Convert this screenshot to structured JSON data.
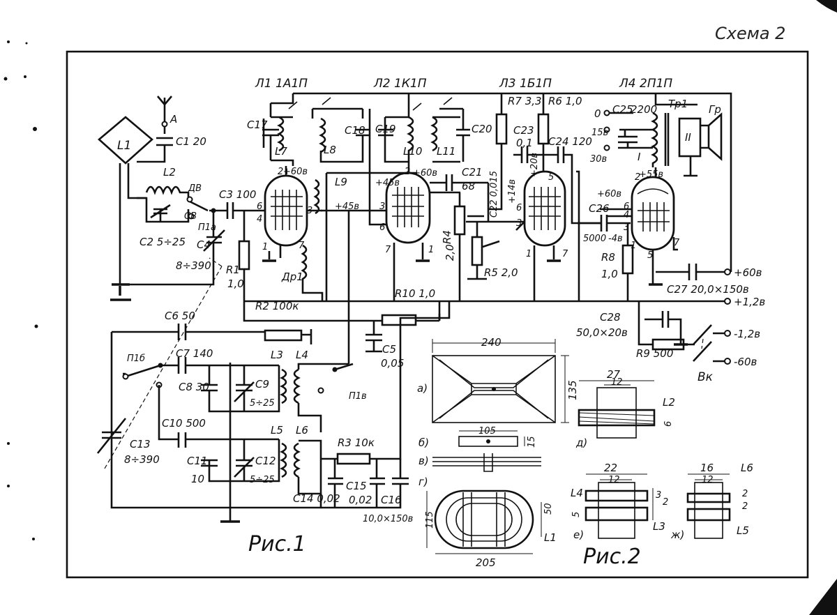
{
  "scheme_title": "Схема 2",
  "fig1_caption": "Рис.1",
  "fig2_caption": "Рис.2",
  "tubes": [
    {
      "label": "Л1 1А1П"
    },
    {
      "label": "Л2 1К1П"
    },
    {
      "label": "Л3 1Б1П"
    },
    {
      "label": "Л4 2П1П"
    }
  ],
  "components": {
    "L1": "L1",
    "L2": "L2",
    "A": "А",
    "C1": "C1 20",
    "DV": "ДВ",
    "SV": "СВ",
    "P1a": "П1а",
    "C2": "C2 5÷25",
    "C3": "C3 100",
    "C4": "C4",
    "C4v": "8÷390",
    "R1": "R1",
    "R1v": "1,0",
    "C17": "C17",
    "L7": "L7",
    "L8": "L8",
    "C18": "C18",
    "L9": "L9",
    "Dr1": "Др1",
    "v60_1": "+60в",
    "v45_1": "+45в",
    "v45_2": "+45в",
    "v60_2": "+60в",
    "C19": "C19",
    "L10": "L10",
    "L11": "L11",
    "C20": "C20",
    "C21": "C21",
    "C21v": "68",
    "C22": "C22 0,015",
    "v14": "+14в",
    "R4": "R4",
    "R4v": "2,0",
    "R5": "R5 2,0",
    "R7": "R7 3,3",
    "R6": "R6 1,0",
    "C23": "C23",
    "C23v": "0,1",
    "C24": "C24 120",
    "v20": "+20в",
    "C25": "C25",
    "v0": "0",
    "v15": "15в",
    "v30": "30в",
    "C25v": "2200",
    "Tr1": "Тр1",
    "Gr": "Гр",
    "wI": "I",
    "wII": "II",
    "v60_3": "+60в",
    "v55": "+55в",
    "C26": "C26",
    "C26v": "5000",
    "v4": "-4в",
    "R8": "R8",
    "R8v": "1,0",
    "C27": "C27 20,0×150в",
    "out60": "+60в",
    "out12": "+1,2в",
    "C28": "C28",
    "C28v": "50,0×20в",
    "R9": "R9 500",
    "out12n": "-1,2в",
    "out60n": "-60в",
    "Vk": "Вк",
    "R2": "R2 100к",
    "R10": "R10 1,0",
    "C5": "C5",
    "C5v": "0,05",
    "C6": "C6 50",
    "P1b": "П1б",
    "C7": "C7 140",
    "L3": "L3",
    "L4": "L4",
    "C8": "C8 30",
    "C9": "C9",
    "C9v": "5÷25",
    "P1v": "П1в",
    "C10": "C10 500",
    "L5": "L5",
    "L6": "L6",
    "C11": "C11",
    "C11v": "10",
    "C12": "C12",
    "C12v": "5÷25",
    "R3": "R3 10к",
    "C13": "C13",
    "C13v": "8÷390",
    "C14": "C14 0,02",
    "C15": "C15",
    "C15v": "0,02",
    "C16": "C16",
    "C16v": "10,0×150в",
    "pins": [
      "2",
      "6",
      "4",
      "1",
      "3",
      "7",
      "2",
      "3",
      "6",
      "7",
      "1",
      "6",
      "3",
      "5",
      "1",
      "7",
      "2",
      "6",
      "4",
      "3",
      "1",
      "5",
      "7"
    ]
  },
  "fig2": {
    "dim240": "240",
    "dim135": "135",
    "a": "а)",
    "dim105": "105",
    "dim15": "15",
    "b": "б)",
    "v": "в)",
    "g": "г)",
    "dim115": "115",
    "dim50": "50",
    "dim205": "205",
    "L1": "L1",
    "dim27": "27",
    "dim12a": "12",
    "L2": "L2",
    "dim6": "6",
    "d": "д)",
    "dim22": "22",
    "dim12b": "12",
    "L4": "L4",
    "dim3": "3",
    "dim2": "2",
    "dim5": "5",
    "L3": "L3",
    "e": "е)",
    "dim16": "16",
    "dim12c": "12",
    "L6": "L6",
    "dim2b": "2",
    "dim2c": "2",
    "L5": "L5",
    "zh": "ж)"
  }
}
